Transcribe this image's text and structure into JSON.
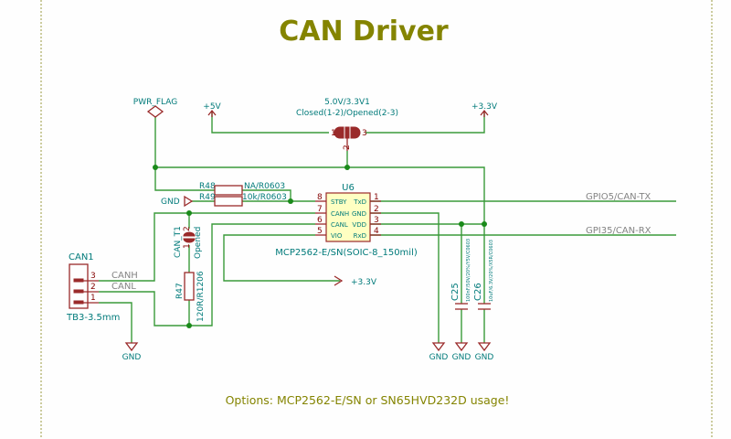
{
  "title": "CAN Driver",
  "note": "Options: MCP2562-E/SN or SN65HVD232D usage!",
  "power": {
    "pwr_flag": "PWR_FLAG",
    "v5": "+5V",
    "v33_top": "+3.3V",
    "v33_vio": "+3.3V",
    "gnd": "GND"
  },
  "jumper": {
    "ref": "5.0V/3.3V1",
    "value": "Closed(1-2)/Opened(2-3)",
    "pins": [
      "1",
      "2",
      "3"
    ]
  },
  "resistors": {
    "r48": {
      "ref": "R48",
      "value": "NA/R0603"
    },
    "r49": {
      "ref": "R49",
      "value": "10k/R0603"
    },
    "r47": {
      "ref": "R47",
      "value": "120R/R1206"
    }
  },
  "can_jumper": {
    "ref": "CAN_T1",
    "value": "Opened",
    "pins": [
      "1",
      "2"
    ]
  },
  "ic": {
    "ref": "U6",
    "part": "MCP2562-E/SN(SOIC-8_150mil)",
    "left_pins": [
      {
        "num": "8",
        "name": "STBY"
      },
      {
        "num": "7",
        "name": "CANH"
      },
      {
        "num": "6",
        "name": "CANL"
      },
      {
        "num": "5",
        "name": "VIO"
      }
    ],
    "right_pins": [
      {
        "num": "1",
        "name": "TxD"
      },
      {
        "num": "2",
        "name": "GND"
      },
      {
        "num": "3",
        "name": "VDD"
      },
      {
        "num": "4",
        "name": "RxD"
      }
    ]
  },
  "caps": {
    "c25": {
      "ref": "C25",
      "value": "100nF/50V/20%/Y5V/C0603"
    },
    "c26": {
      "ref": "C26",
      "value": "10uF/6.3V/20%/X5R/C0603"
    }
  },
  "connector": {
    "ref": "CAN1",
    "value": "TB3-3.5mm",
    "pins": [
      "3",
      "2",
      "1"
    ],
    "nets": [
      "CANH",
      "CANL"
    ]
  },
  "nets": {
    "tx": "GPIO5/CAN-TX",
    "rx": "GPI35/CAN-RX"
  },
  "colors": {
    "title": "#848400",
    "wire": "#3a9a3a",
    "symbol": "#9a2a2a",
    "label": "#007a7a",
    "ic_fill": "#ffffc2"
  }
}
